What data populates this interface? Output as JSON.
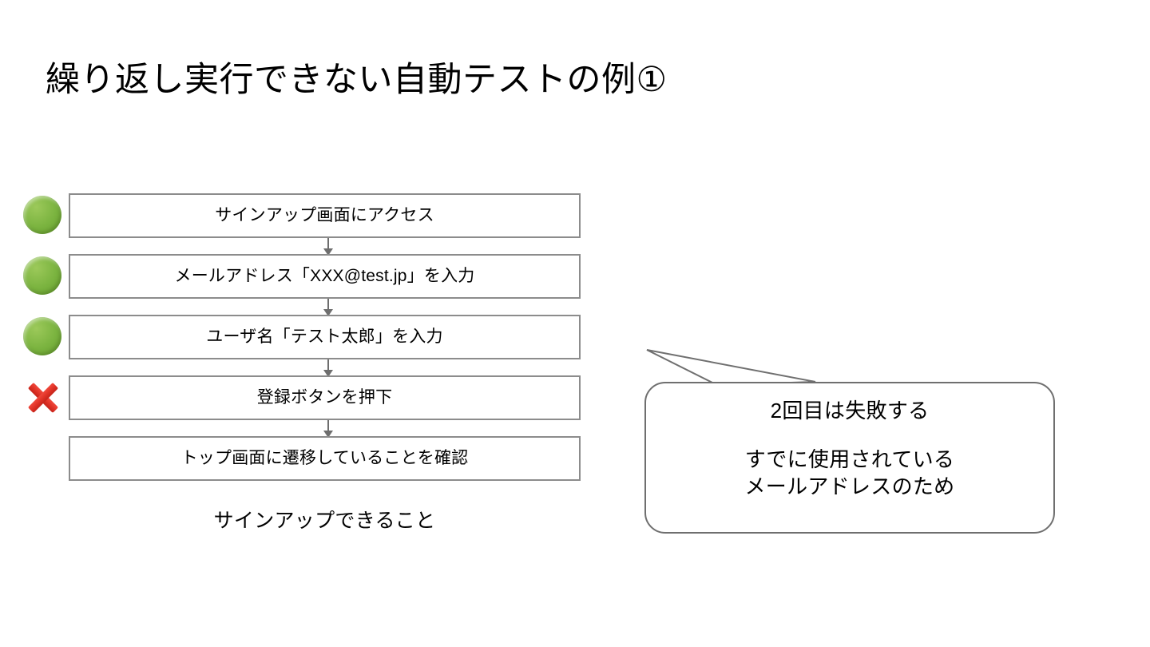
{
  "slide": {
    "title": "繰り返し実行できない自動テストの例①",
    "background_color": "#ffffff"
  },
  "flow": {
    "caption": "サインアップできること",
    "box_border_color": "#8c8c8c",
    "connector_color": "#6e6e6e",
    "steps": [
      {
        "label": "サインアップ画面にアクセス",
        "marker": "green-circle-icon",
        "marker_color": "#7ab33f",
        "status": "pass"
      },
      {
        "label": "メールアドレス「XXX@test.jp」を入力",
        "marker": "green-circle-icon",
        "marker_color": "#7ab33f",
        "status": "pass"
      },
      {
        "label": "ユーザ名「テスト太郎」を入力",
        "marker": "green-circle-icon",
        "marker_color": "#7ab33f",
        "status": "pass"
      },
      {
        "label": "登録ボタンを押下",
        "marker": "red-cross-icon",
        "marker_color": "#e03226",
        "status": "fail"
      },
      {
        "label": "トップ画面に遷移していることを確認",
        "marker": "none",
        "marker_color": "",
        "status": "none"
      }
    ]
  },
  "callout": {
    "border_color": "#6f6f6f",
    "lines": [
      "2回目は失敗する",
      "すでに使用されている",
      "メールアドレスのため"
    ]
  }
}
